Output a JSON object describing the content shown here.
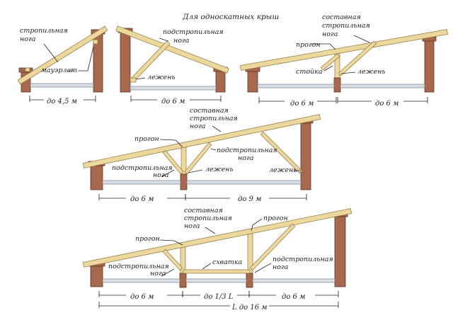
{
  "title": "Для односкатных крыш",
  "diagram1": {
    "rafter_l1": "стропильная",
    "rafter_l2": "нога",
    "mauerlat": "мауэрлат",
    "span": "до 4,5 м"
  },
  "diagram2": {
    "strut_l1": "подстропильная",
    "strut_l2": "нога",
    "sill": "лежень",
    "span": "до 6 м"
  },
  "diagram3": {
    "rafter_l1": "составная",
    "rafter_l2": "стропильная",
    "rafter_l3": "нога",
    "purlin": "прогон",
    "post": "стойка",
    "sill": "лежень",
    "span_left": "до 6 м",
    "span_right": "до 6 м"
  },
  "diagram4": {
    "rafter_l1": "составная",
    "rafter_l2": "стропильная",
    "rafter_l3": "нога",
    "purlin": "прогон",
    "strut_mid_l1": "подстропильная",
    "strut_mid_l2": "нога",
    "strut_left_l1": "подстропильная",
    "strut_left_l2": "нога",
    "sill_mid": "лежень",
    "sill_right": "лежень",
    "span_left": "до 6 м",
    "span_right": "до 9 м"
  },
  "diagram5": {
    "rafter_l1": "составная",
    "rafter_l2": "стропильная",
    "rafter_l3": "нога",
    "purlin_right": "прогон",
    "purlin_left": "прогон",
    "tie": "схватка",
    "strut_left_l1": "подстропильная",
    "strut_left_l2": "нога",
    "strut_right_l1": "подстропильная",
    "strut_right_l2": "нога",
    "span_left": "до 6 м",
    "span_mid": "до 1/3 L",
    "span_right": "до 6 м",
    "span_total": "L до 16 м"
  },
  "colors": {
    "wall": "#a8684e",
    "wood": "#ecd79c",
    "beam": "#d9dde4"
  }
}
